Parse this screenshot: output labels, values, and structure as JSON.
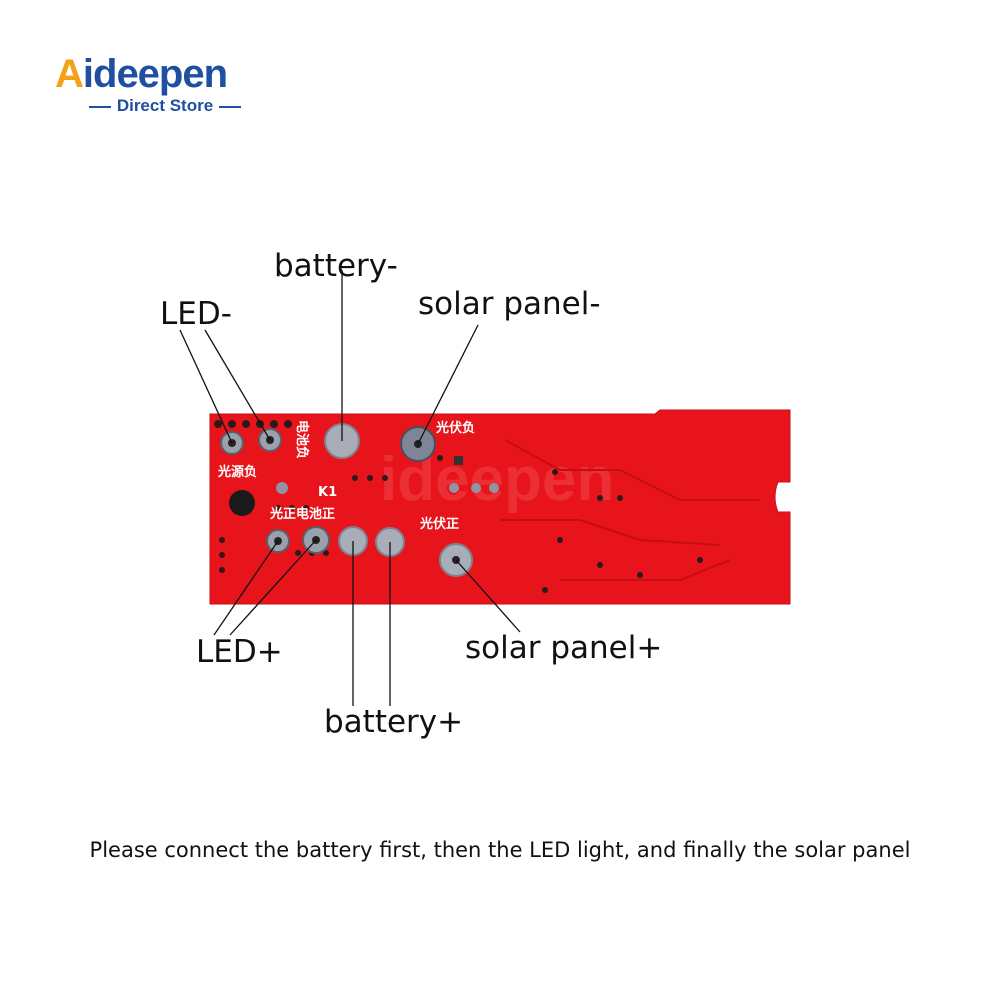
{
  "brand": {
    "name_prefix": "A",
    "name_rest": "ideepen",
    "subtitle": "Direct Store"
  },
  "labels": {
    "battery_neg": "battery-",
    "solar_neg": "solar panel-",
    "led_neg": "LED-",
    "led_pos": "LED+",
    "solar_pos": "solar panel+",
    "battery_pos": "battery+"
  },
  "pcb_silkscreen": {
    "light_source_neg": "光源负",
    "battery_neg": "电池负",
    "pv_neg": "光伏负",
    "k1": "K1",
    "light_battery_pos": "光正电池正",
    "pv_pos": "光伏正"
  },
  "instruction": "Please connect the battery first, then the LED light, and finally the solar panel",
  "colors": {
    "pcb": "#e8141c",
    "pad": "#9aa0ac",
    "brand_blue": "#1f4fa0",
    "brand_orange": "#f4a21a"
  }
}
